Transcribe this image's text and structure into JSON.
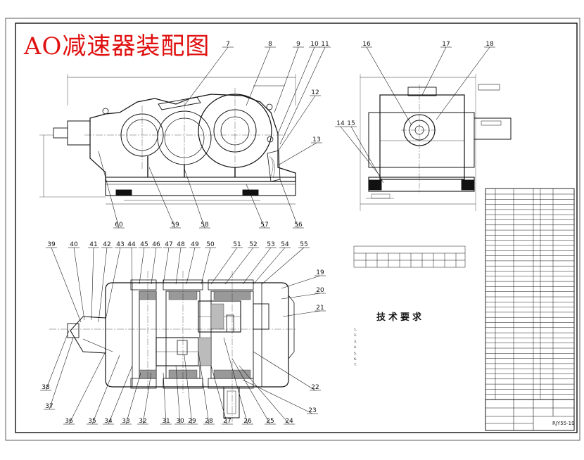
{
  "title": "AO减速器装配图",
  "technical_requirements": {
    "heading": "技术要求",
    "lines": [
      "1.",
      "2.",
      "3.",
      "4.",
      "5.",
      "6.",
      "7."
    ]
  },
  "drawing_number": "RJY55-19",
  "callouts": [
    {
      "num": "7"
    },
    {
      "num": "8"
    },
    {
      "num": "9"
    },
    {
      "num": "10"
    },
    {
      "num": "11"
    },
    {
      "num": "12"
    },
    {
      "num": "13"
    },
    {
      "num": "14"
    },
    {
      "num": "15"
    },
    {
      "num": "16"
    },
    {
      "num": "17"
    },
    {
      "num": "18"
    },
    {
      "num": "19"
    },
    {
      "num": "20"
    },
    {
      "num": "21"
    },
    {
      "num": "22"
    },
    {
      "num": "23"
    },
    {
      "num": "24"
    },
    {
      "num": "25"
    },
    {
      "num": "26"
    },
    {
      "num": "27"
    },
    {
      "num": "28"
    },
    {
      "num": "29"
    },
    {
      "num": "30"
    },
    {
      "num": "31"
    },
    {
      "num": "32"
    },
    {
      "num": "33"
    },
    {
      "num": "34"
    },
    {
      "num": "35"
    },
    {
      "num": "36"
    },
    {
      "num": "37"
    },
    {
      "num": "38"
    },
    {
      "num": "39"
    },
    {
      "num": "40"
    },
    {
      "num": "41"
    },
    {
      "num": "42"
    },
    {
      "num": "43"
    },
    {
      "num": "44"
    },
    {
      "num": "45"
    },
    {
      "num": "46"
    },
    {
      "num": "47"
    },
    {
      "num": "48"
    },
    {
      "num": "49"
    },
    {
      "num": "50"
    },
    {
      "num": "51"
    },
    {
      "num": "52"
    },
    {
      "num": "53"
    },
    {
      "num": "54"
    },
    {
      "num": "55"
    },
    {
      "num": "56"
    },
    {
      "num": "57"
    },
    {
      "num": "58"
    },
    {
      "num": "59"
    },
    {
      "num": "60"
    }
  ]
}
